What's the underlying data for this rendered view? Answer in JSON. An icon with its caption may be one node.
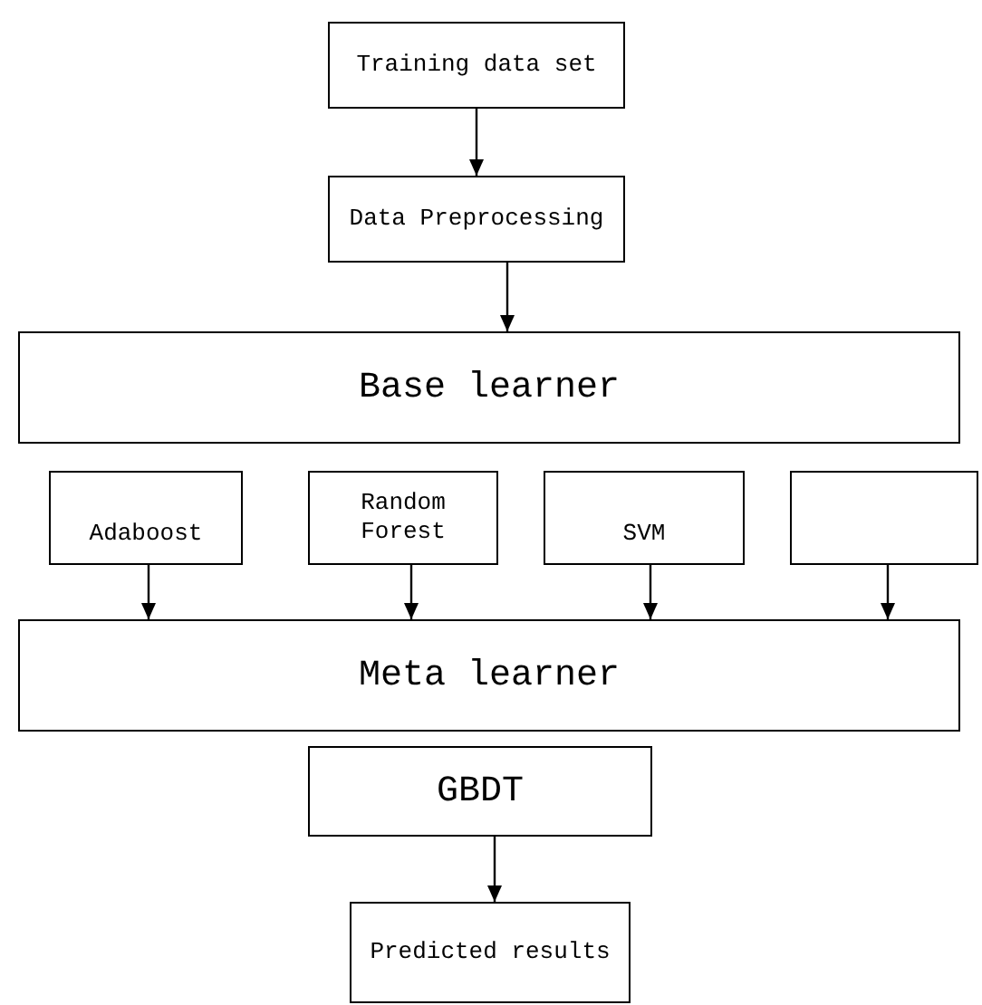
{
  "diagram": {
    "nodes": [
      {
        "text": [
          "Training data set"
        ]
      },
      {
        "text": [
          "Data Preprocessing"
        ]
      },
      {
        "text": [
          "Base learner"
        ]
      },
      {
        "text": [
          "Adaboost"
        ]
      },
      {
        "text": [
          "Random Forest"
        ]
      },
      {
        "text": [
          "SVM"
        ]
      },
      {
        "text": [],
        "shape": "box"
      },
      {
        "text": [
          "Meta learner"
        ]
      },
      {
        "text": [
          "GBDT"
        ]
      },
      {
        "text": [
          "Predicted results"
        ]
      }
    ],
    "edges": [
      {
        "from": 0,
        "to": 1,
        "arrow": "to"
      },
      {
        "from": 1,
        "to": 2,
        "arrow": "to"
      },
      {
        "from": 3,
        "to": 7,
        "arrow": "to"
      },
      {
        "from": 4,
        "to": 7,
        "arrow": "to"
      },
      {
        "from": 5,
        "to": 7,
        "arrow": "to"
      },
      {
        "from": 6,
        "to": 7,
        "arrow": "to"
      },
      {
        "from": 8,
        "to": 9,
        "arrow": "to"
      }
    ]
  }
}
